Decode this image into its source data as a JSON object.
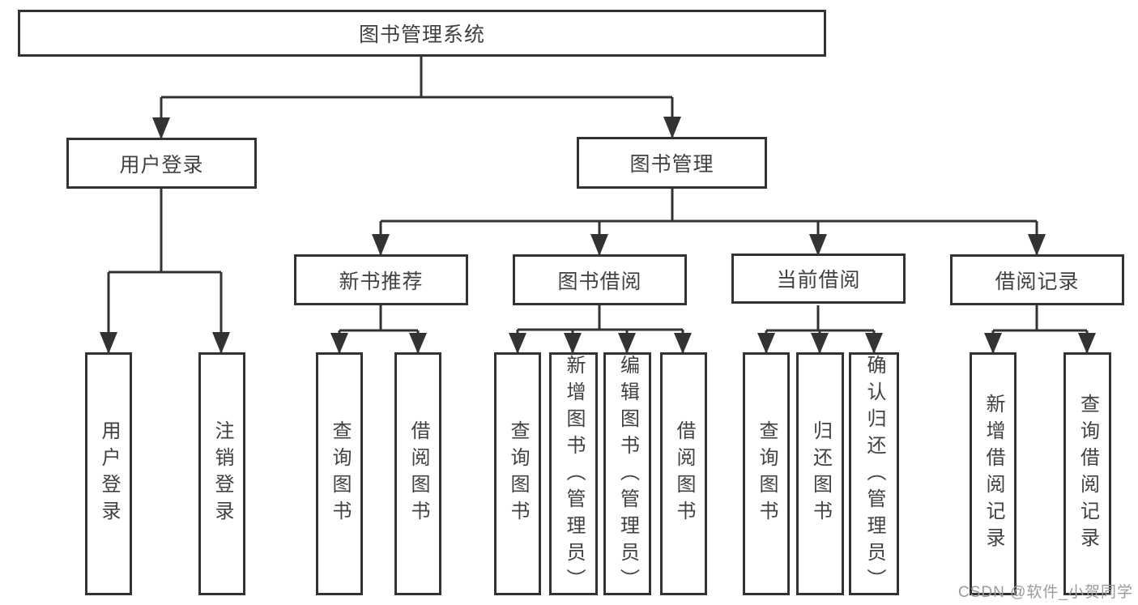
{
  "diagram_title": "图书管理系统",
  "colors": {
    "line": "#333333",
    "box_border": "#333333",
    "box_fill": "#ffffff",
    "text": "#414141",
    "watermark": "#9b9b9b",
    "background": "#ffffff"
  },
  "tree": {
    "label": "图书管理系统",
    "children": [
      {
        "label": "用户登录",
        "children": [
          {
            "label": "用户登录"
          },
          {
            "label": "注销登录"
          }
        ]
      },
      {
        "label": "图书管理",
        "children": [
          {
            "label": "新书推荐",
            "children": [
              {
                "label": "查询图书"
              },
              {
                "label": "借阅图书"
              }
            ]
          },
          {
            "label": "图书借阅",
            "children": [
              {
                "label": "查询图书"
              },
              {
                "label": "新增图书（管理员）"
              },
              {
                "label": "编辑图书（管理员）"
              },
              {
                "label": "借阅图书"
              }
            ]
          },
          {
            "label": "当前借阅",
            "children": [
              {
                "label": "查询图书"
              },
              {
                "label": "归还图书"
              },
              {
                "label": "确认归还（管理员）"
              }
            ]
          },
          {
            "label": "借阅记录",
            "children": [
              {
                "label": "新增借阅记录"
              },
              {
                "label": "查询借阅记录"
              }
            ]
          }
        ]
      }
    ]
  },
  "watermark": {
    "text": "CSDN @软件_小贺同学"
  }
}
